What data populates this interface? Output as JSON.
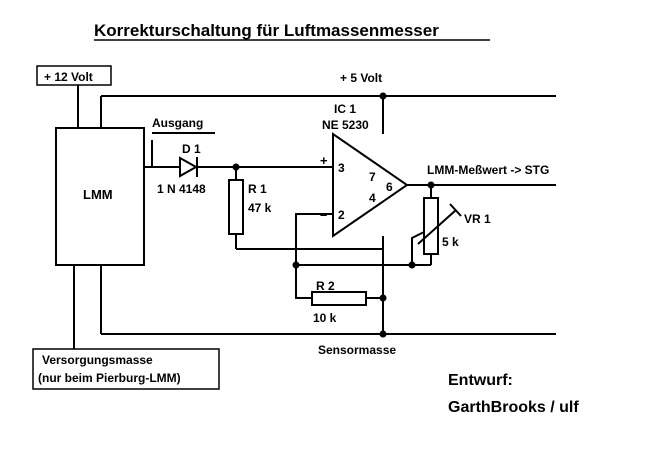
{
  "title": "Korrekturschaltung für Luftmassenmesser",
  "labels": {
    "supply_12v": "+ 12 Volt",
    "supply_5v": "+ 5 Volt",
    "ausgang": "Ausgang",
    "d1": "D 1",
    "d1_part": "1 N 4148",
    "lmm": "LMM",
    "r1": "R 1",
    "r1_value": "47 k",
    "ic1": "IC 1",
    "ic1_part": "NE 5230",
    "pin3": "3",
    "pin2": "2",
    "pin7": "7",
    "pin4": "4",
    "pin6": "6",
    "plus": "+",
    "minus": "–",
    "output": "LMM-Meßwert -> STG",
    "vr1": "VR 1",
    "vr1_value": "5 k",
    "r2": "R 2",
    "r2_value": "10 k",
    "sensormasse": "Sensormasse",
    "versorgung_line1": "Versorgungsmasse",
    "versorgung_line2": "(nur beim Pierburg-LMM)",
    "entwurf": "Entwurf:",
    "author": "GarthBrooks / ulf"
  }
}
